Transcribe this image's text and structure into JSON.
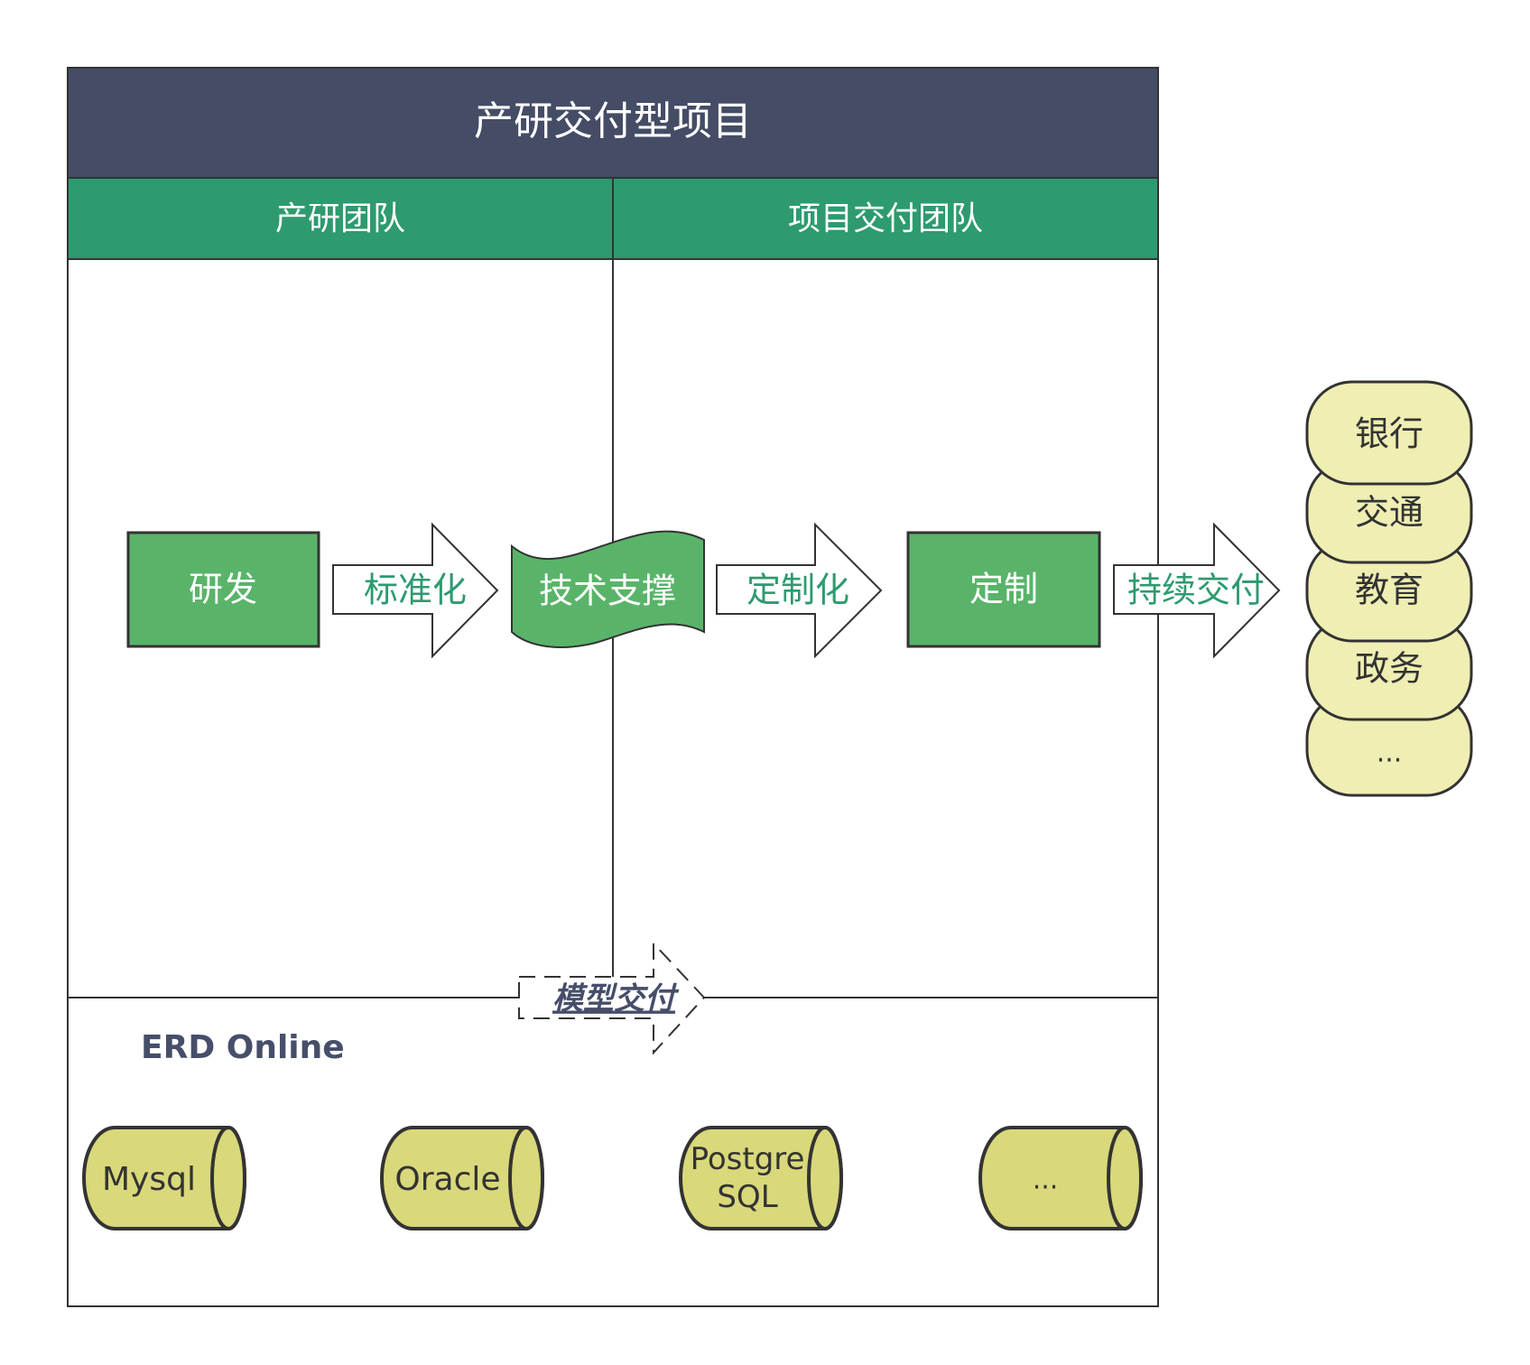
{
  "title": "产研交付型项目",
  "lanes": {
    "left": "产研团队",
    "right": "项目交付团队"
  },
  "flow": {
    "research": "研发",
    "arrow_standardize": "标准化",
    "tech_support": "技术支撑",
    "arrow_customize": "定制化",
    "custom": "定制",
    "arrow_continuous": "持续交付",
    "model_delivery": "模型交付"
  },
  "erd": {
    "title": "ERD Online",
    "databases": [
      "Mysql",
      "Oracle",
      "Postgre SQL",
      "..."
    ]
  },
  "industries": [
    "银行",
    "交通",
    "教育",
    "政务",
    "..."
  ],
  "colors": {
    "header_bg": "#454c65",
    "lane_header_bg": "#2e9a6f",
    "process_fill": "#59b469",
    "arrow_text": "#2e9a6f",
    "db_fill": "#d9d87a",
    "industry_fill": "#efeeb3",
    "outline": "#333333",
    "erd_text": "#464e6a"
  }
}
